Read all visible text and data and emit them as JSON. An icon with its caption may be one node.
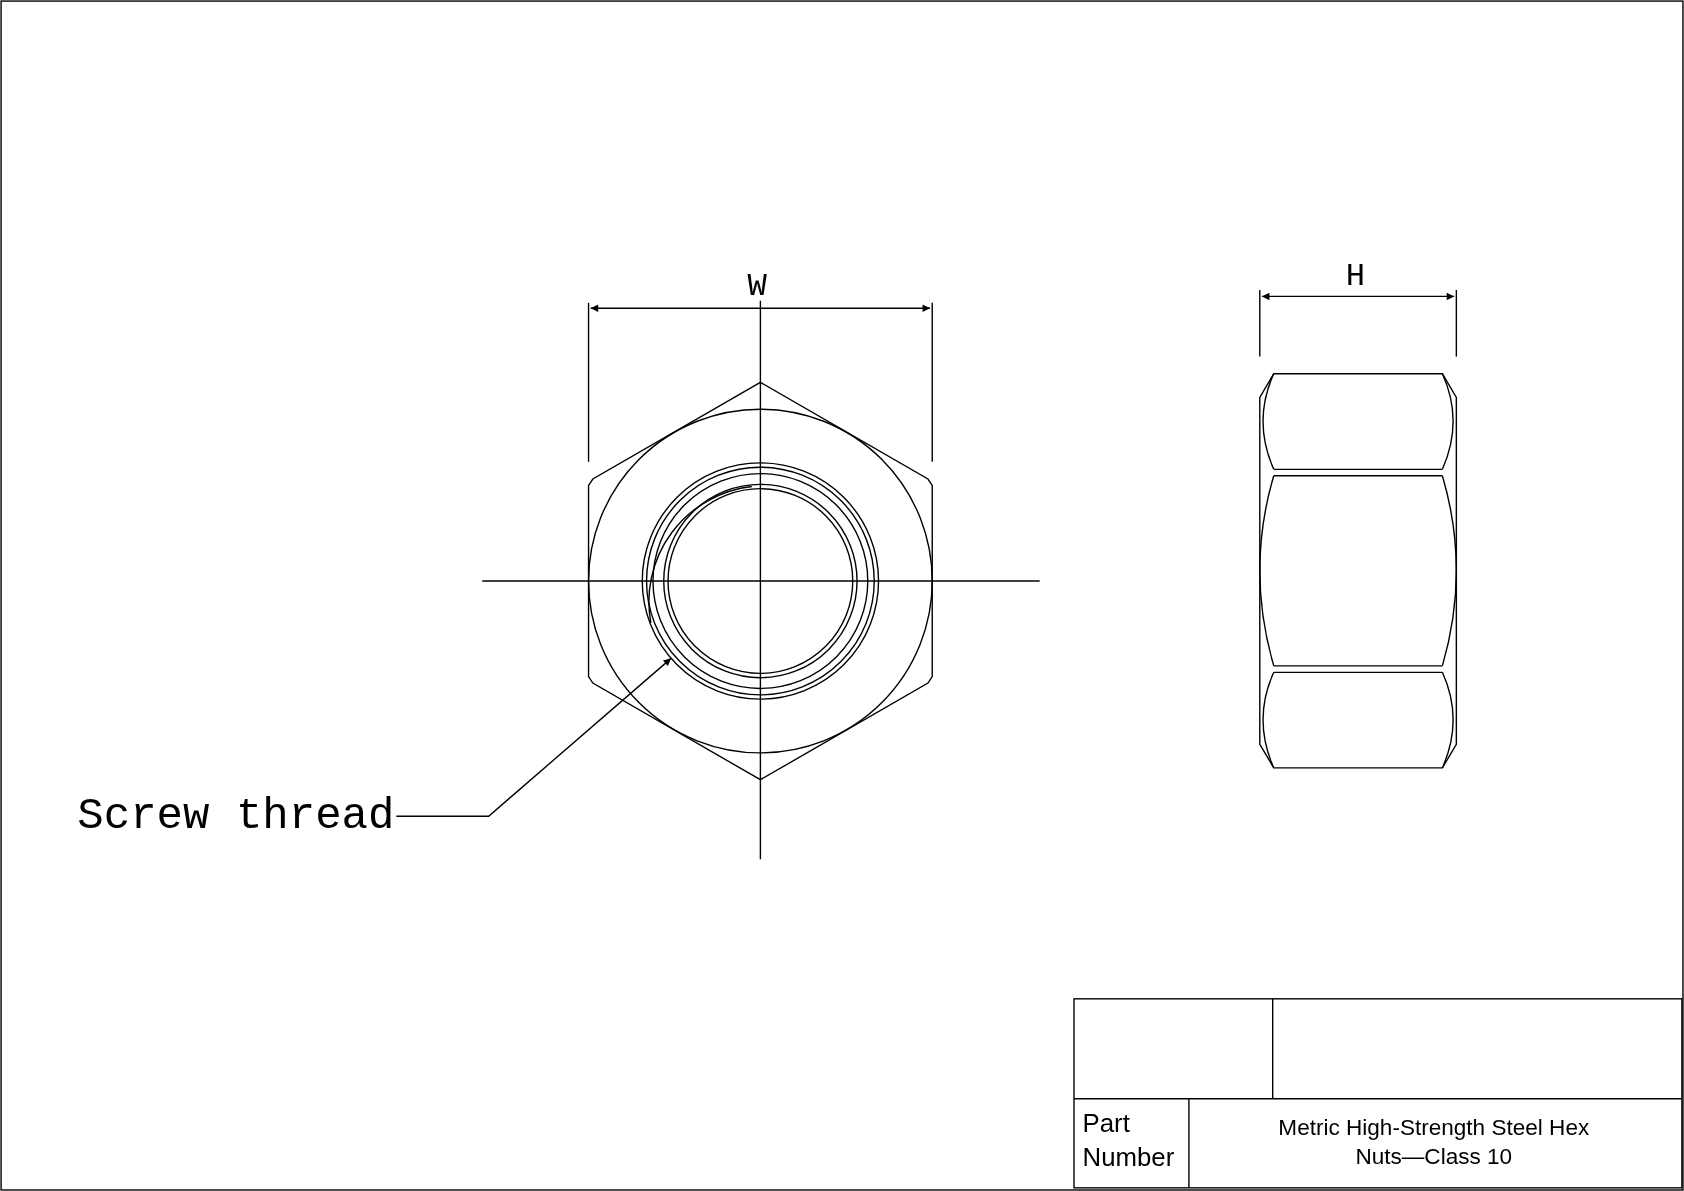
{
  "diagram": {
    "nodes": [
      {
        "text": [
          "Screw thread"
        ]
      },
      {
        "text": [],
        "shape": "circle"
      }
    ],
    "edges": [
      {
        "from": 0,
        "to": 1,
        "arrow": "to"
      }
    ],
    "labels": [
      "W",
      "H",
      "Part Number",
      "Metric High-Strength Steel Hex Nuts—Class 10"
    ]
  }
}
